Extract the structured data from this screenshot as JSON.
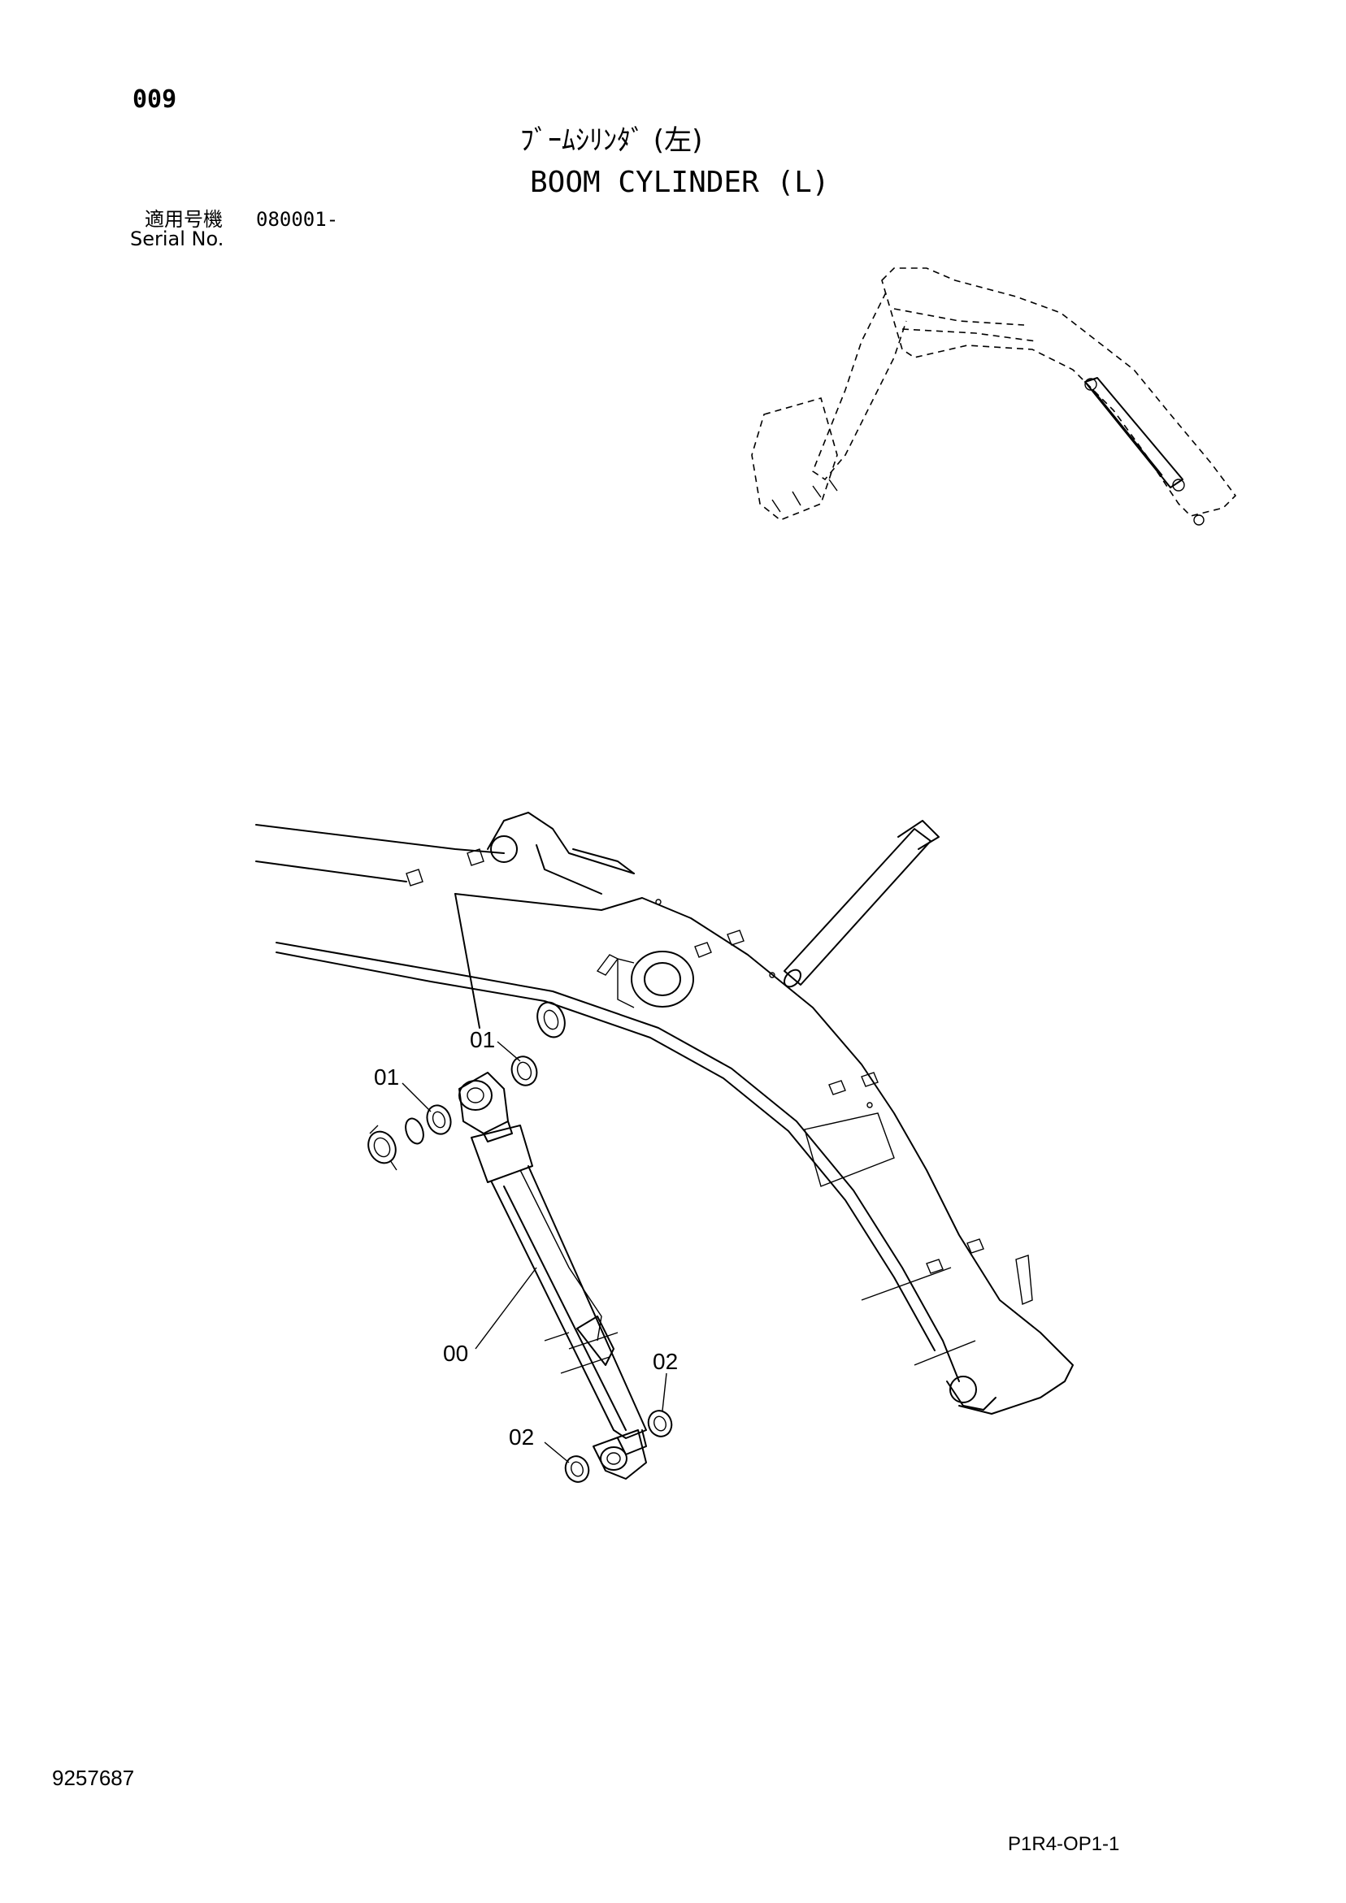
{
  "header": {
    "page_number": "009",
    "title_jp": "ﾌﾞｰﾑｼﾘﾝﾀﾞ (左)",
    "title_en": "BOOM CYLINDER (L)",
    "serial_label_jp": "適用号機",
    "serial_value": "080001-",
    "serial_label_en": "Serial No."
  },
  "callouts": [
    {
      "id": "c1",
      "label": "01"
    },
    {
      "id": "c2",
      "label": "01"
    },
    {
      "id": "c3",
      "label": "00"
    },
    {
      "id": "c4",
      "label": "02"
    },
    {
      "id": "c5",
      "label": "02"
    }
  ],
  "footer": {
    "doc_number": "9257687",
    "sheet_code": "P1R4-OP1-1"
  }
}
